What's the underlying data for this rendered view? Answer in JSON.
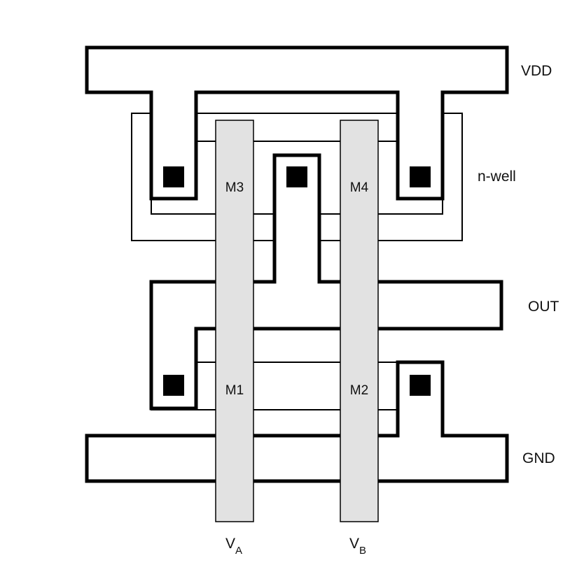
{
  "diagram": {
    "rail_labels": {
      "vdd": "VDD",
      "nwell": "n-well",
      "out": "OUT",
      "gnd": "GND"
    },
    "transistors": {
      "m1": "M1",
      "m2": "M2",
      "m3": "M3",
      "m4": "M4"
    },
    "inputs": {
      "a": {
        "main": "V",
        "sub": "A"
      },
      "b": {
        "main": "V",
        "sub": "B"
      }
    },
    "colors": {
      "poly": "#e2e2e2",
      "metal": "#000000",
      "contact": "#000000",
      "background": "#ffffff"
    }
  }
}
